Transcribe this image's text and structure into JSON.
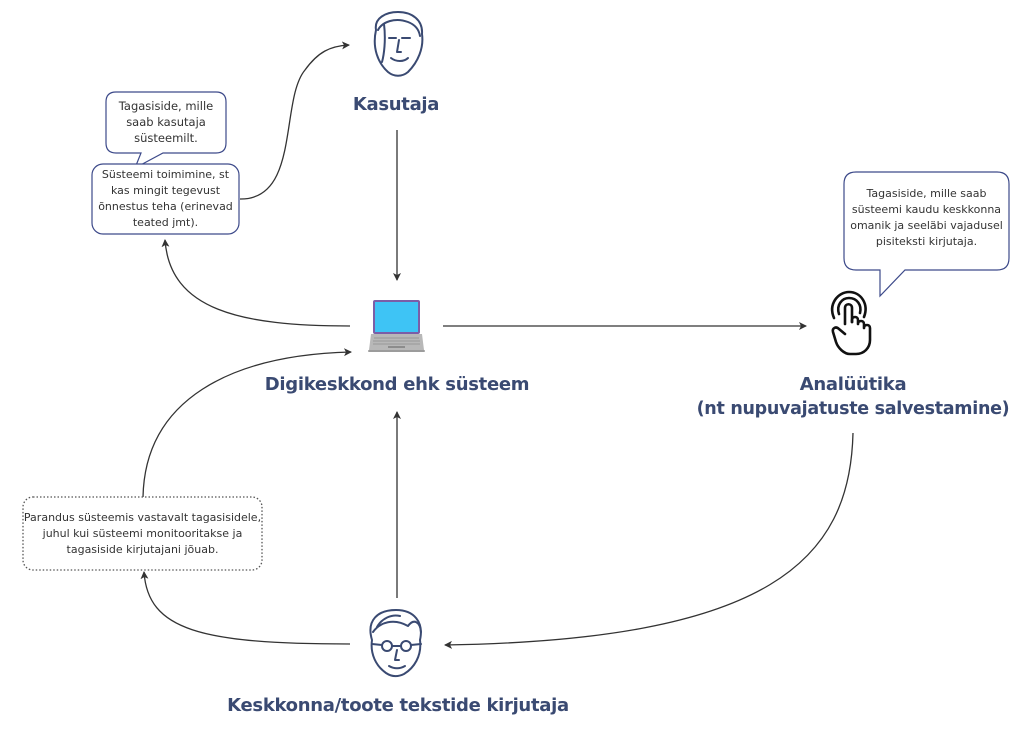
{
  "nodes": {
    "user": {
      "label": "Kasutaja",
      "icon": "elderly-woman-face-icon"
    },
    "system": {
      "label": "Digikeskkond ehk süsteem",
      "icon": "laptop-icon"
    },
    "analytics": {
      "label_line1": "Analüütika",
      "label_line2": "(nt nupuvajatuste salvestamine)",
      "icon": "tap-finger-icon"
    },
    "writer": {
      "label": "Keskkonna/toote tekstide kirjutaja",
      "icon": "elderly-man-glasses-face-icon"
    }
  },
  "callouts": {
    "user_feedback": {
      "lines": [
        "Tagasiside, mille",
        "saab kasutaja",
        "süsteemilt."
      ]
    },
    "system_operation": {
      "lines": [
        "Süsteemi toimimine, st",
        "kas mingit tegevust",
        "õnnestus teha (erinevad",
        "teated jmt)."
      ]
    },
    "owner_feedback": {
      "lines": [
        "Tagasiside, mille saab",
        "süsteemi kaudu keskkonna",
        "omanik ja seeläbi vajadusel",
        "pisiteksti kirjutaja."
      ]
    },
    "fix": {
      "lines": [
        "Parandus süsteemis vastavalt tagasisidele,",
        "juhul kui süsteemi monitooritakse ja",
        "tagasiside kirjutajani jõuab."
      ]
    }
  },
  "colors": {
    "label": "#3a4a72",
    "bubble_border": "#3d4a8a",
    "arrow": "#333333",
    "dotted_border": "#555555",
    "screen": "#3ec4f5",
    "screen_frame": "#7b5ea7",
    "laptop_body": "#b8b8b8"
  }
}
